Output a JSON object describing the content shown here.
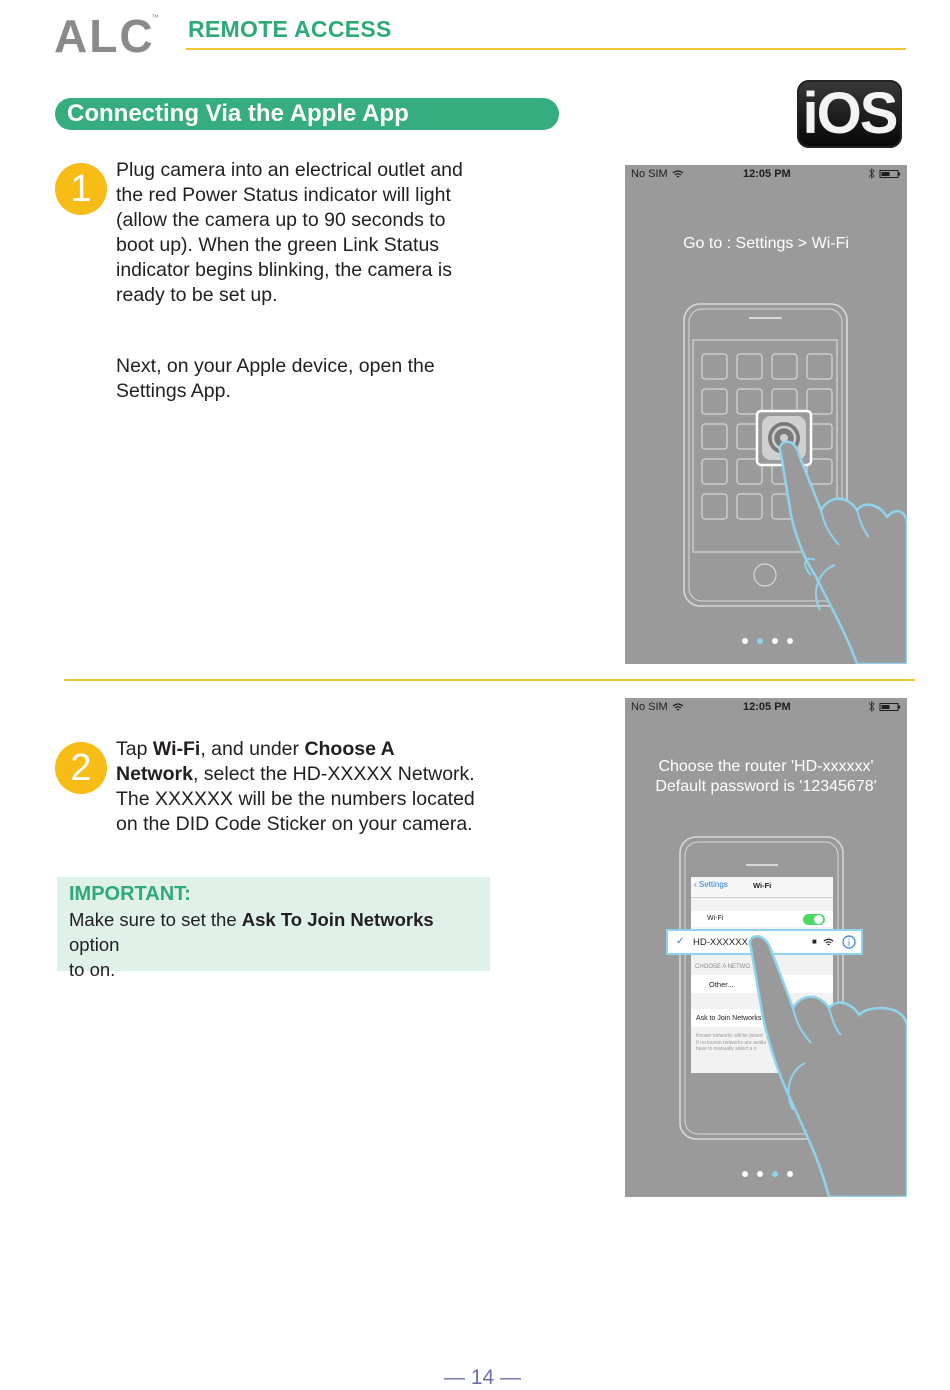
{
  "header": {
    "logo_text": "ALC",
    "logo_tm": "™",
    "section_title": "REMOTE ACCESS"
  },
  "banner": {
    "title": "Connecting Via the Apple App"
  },
  "ios_badge": {
    "label": "iOS"
  },
  "step1": {
    "number": "1",
    "lines": [
      "Plug camera into an electrical outlet and",
      "the red Power Status indicator will light",
      "(allow the camera up to 90 seconds to",
      "boot up). When the green Link Status",
      "indicator begins blinking, the camera is",
      "ready to be set up."
    ],
    "next_lines": [
      "Next, on your Apple device, open the",
      "Settings App."
    ]
  },
  "step2": {
    "number": "2",
    "line1_pre": "Tap ",
    "line1_b1": "Wi-Fi",
    "line1_mid": ", and under ",
    "line1_b2": "Choose A",
    "line2_b": "Network",
    "line2_rest": ", select the HD-XXXXX Network.",
    "line3": "The XXXXXX will be the numbers located",
    "line4": "on the DID Code Sticker on your camera."
  },
  "important": {
    "title": "IMPORTANT:",
    "text_pre": "Make sure to set the ",
    "text_bold": "Ask To Join Networks",
    "text_post": " option",
    "text_line2": "to on."
  },
  "screen1": {
    "carrier": "No SIM",
    "time": "12:05 PM",
    "caption": "Go to : Settings > Wi-Fi",
    "page_dots": 4,
    "active_dot": 2
  },
  "screen2": {
    "carrier": "No SIM",
    "time": "12:05 PM",
    "caption_line1": "Choose the router 'HD-xxxxxx'",
    "caption_line2": "Default password is '12345678'",
    "back_label": "Settings",
    "nav_title": "Wi-Fi",
    "wifi_row": "Wi-Fi",
    "network_name": "HD-XXXXXX",
    "choose_header": "CHOOSE A NETWO",
    "other_row": "Other...",
    "ask_row": "Ask to Join Networks",
    "ask_desc1": "Known networks will be joined",
    "ask_desc2": "If no known networks are availa",
    "ask_desc3": "have to manually select a n",
    "page_dots": 4,
    "active_dot": 3
  },
  "colors": {
    "accent_green": "#36ad7e",
    "accent_yellow": "#f8bc16",
    "rule": "#f0c534",
    "screen_bg": "#9a9a9a",
    "outline_blue": "#8fd4ec"
  },
  "footer": {
    "page_number": "— 14 —"
  }
}
